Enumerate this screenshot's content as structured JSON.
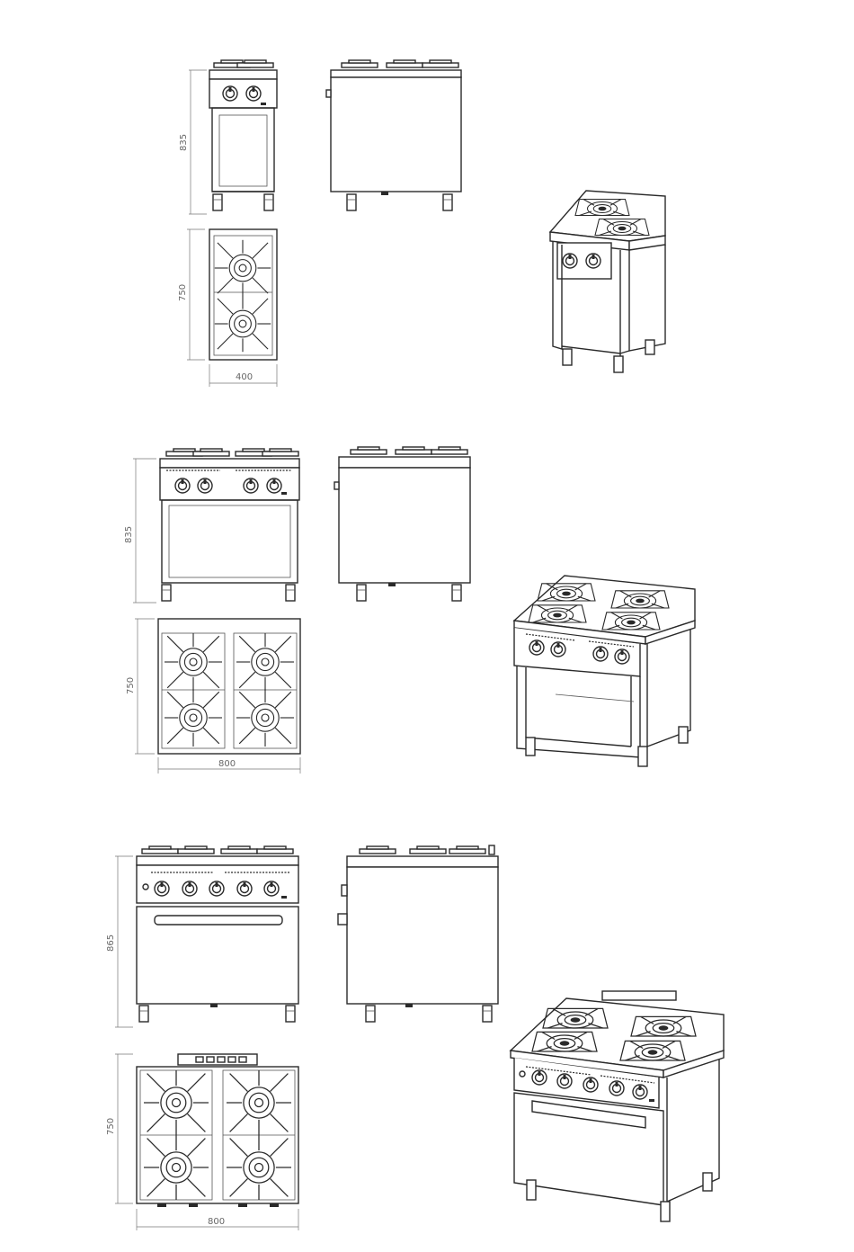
{
  "diagram": {
    "models": [
      {
        "id": "two-burner",
        "dimensions": {
          "height": "835",
          "depth": "750",
          "width": "400"
        }
      },
      {
        "id": "four-burner-open",
        "dimensions": {
          "height": "835",
          "depth": "750",
          "width": "800"
        }
      },
      {
        "id": "four-burner-oven",
        "dimensions": {
          "height": "865",
          "depth": "750",
          "width": "800"
        }
      }
    ]
  }
}
